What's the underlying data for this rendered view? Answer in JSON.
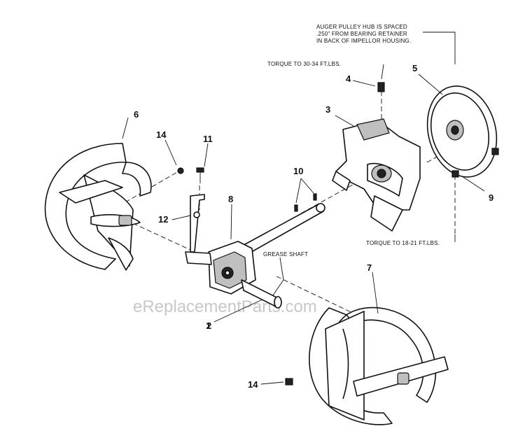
{
  "watermark": "eReplacementParts.com",
  "notes": {
    "pulley_hub": [
      "AUGER PULLEY HUB IS SPACED",
      ".250\" FROM BEARING RETAINER",
      "IN BACK OF IMPELLOR HOUSING."
    ],
    "torque_bolt": "TORQUE TO 30-34 FT.LBS.",
    "torque_nut": "TORQUE TO 18-21 FT.LBS.",
    "grease": "GREASE SHAFT"
  },
  "callouts": [
    "1",
    "2",
    "3",
    "4",
    "5",
    "6",
    "7",
    "8",
    "9",
    "10",
    "11",
    "12",
    "14",
    "14"
  ]
}
